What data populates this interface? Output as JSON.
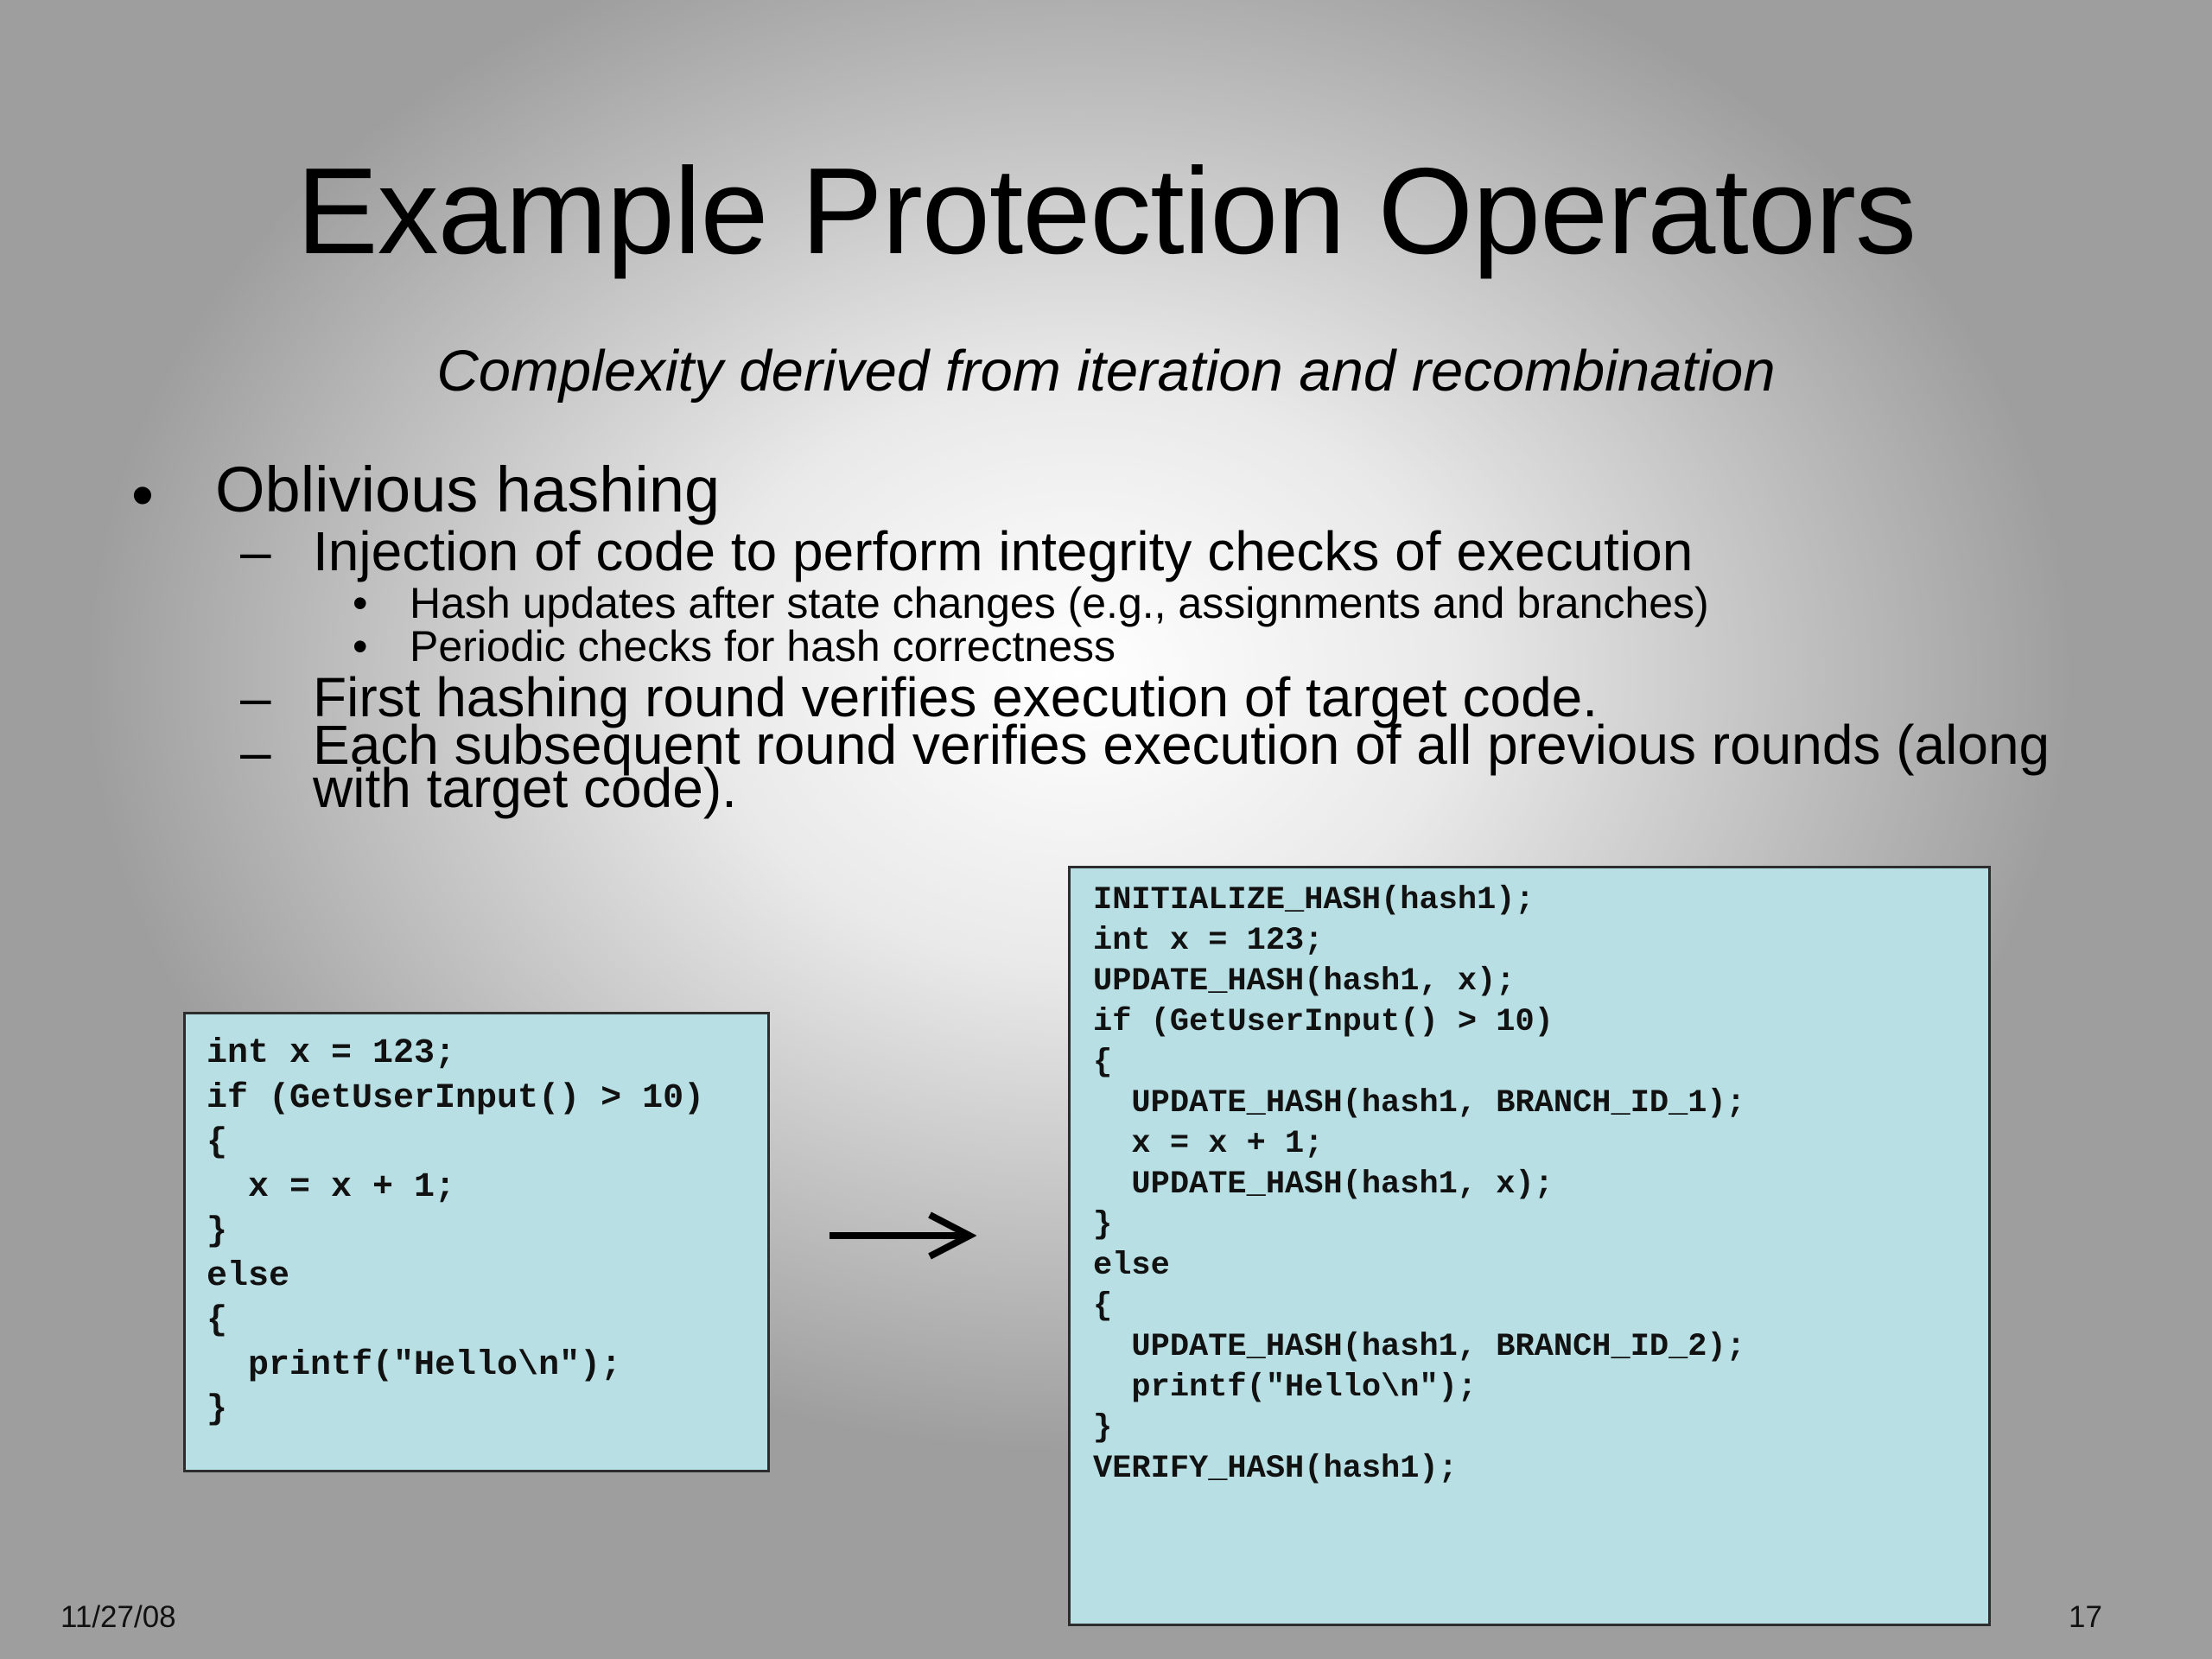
{
  "slide": {
    "title": "Example Protection Operators",
    "subtitle": "Complexity derived from iteration and recombination",
    "bullets": {
      "b1": "Oblivious hashing",
      "b1_1": "Injection of code to perform integrity checks of execution",
      "b1_1_1": "Hash updates after state changes (e.g., assignments and branches)",
      "b1_1_2": "Periodic checks for hash correctness",
      "b1_2": "First hashing round verifies execution of target code.",
      "b1_3": "Each subsequent round verifies execution of all previous rounds (along with target code)."
    },
    "glyphs": {
      "bullet": "•",
      "dash": "–"
    },
    "code_before": [
      "int x = 123;",
      "",
      "if (GetUserInput() > 10)",
      "{",
      "  x = x + 1;",
      "}",
      "else",
      "{",
      "  printf(\"Hello\\n\");",
      "}"
    ],
    "code_after": [
      "INITIALIZE_HASH(hash1);",
      "",
      "int x = 123;",
      "UPDATE_HASH(hash1, x);",
      "",
      "if (GetUserInput() > 10)",
      "{",
      "  UPDATE_HASH(hash1, BRANCH_ID_1);",
      "  x = x + 1;",
      "  UPDATE_HASH(hash1, x);",
      "}",
      "else",
      "{",
      "  UPDATE_HASH(hash1, BRANCH_ID_2);",
      "  printf(\"Hello\\n\");",
      "}",
      "",
      "VERIFY_HASH(hash1);"
    ],
    "footer": {
      "date": "11/27/08",
      "page_number": "17"
    },
    "colors": {
      "code_box_bg": "#b8dfe3",
      "code_box_border": "#2d2d2d"
    }
  }
}
